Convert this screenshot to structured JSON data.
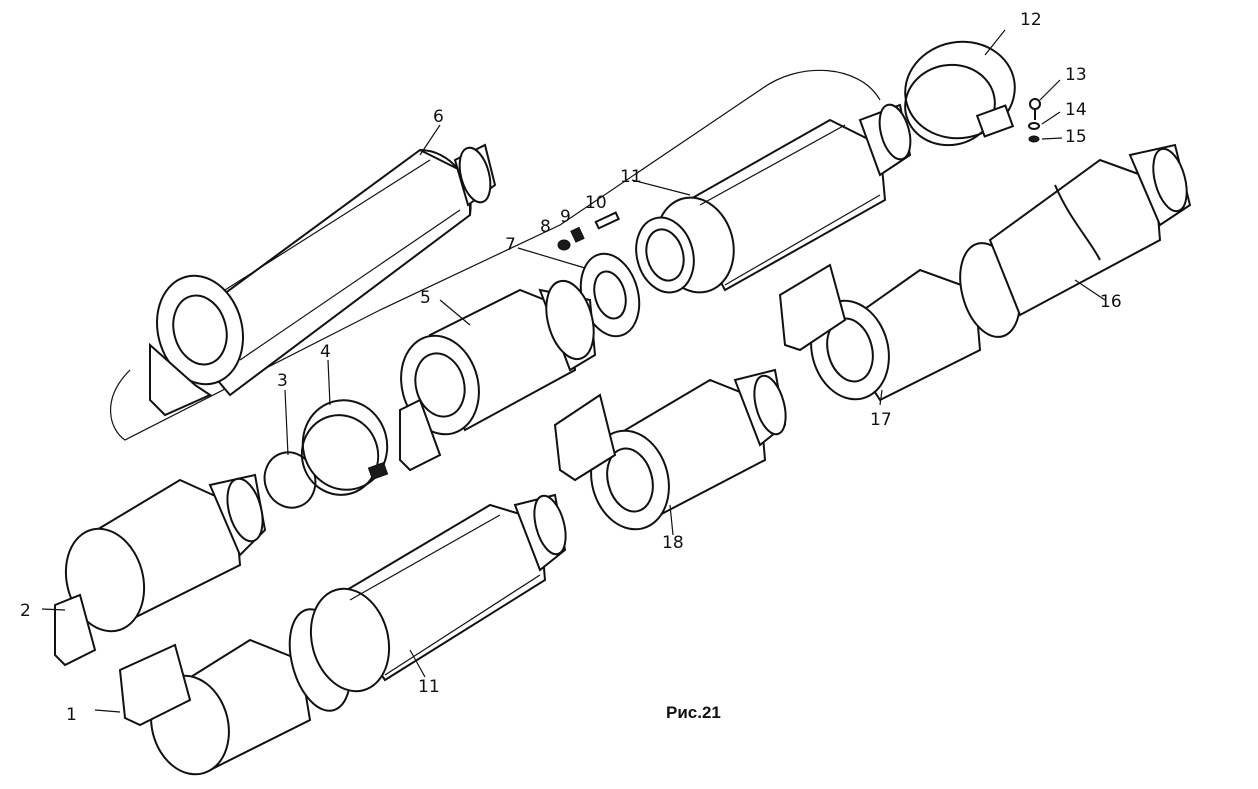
{
  "figure": {
    "caption": "Рис.21"
  },
  "callouts": [
    {
      "id": "1",
      "text": "1"
    },
    {
      "id": "2",
      "text": "2"
    },
    {
      "id": "3",
      "text": "3"
    },
    {
      "id": "4",
      "text": "4"
    },
    {
      "id": "5",
      "text": "5"
    },
    {
      "id": "6",
      "text": "6"
    },
    {
      "id": "7",
      "text": "7"
    },
    {
      "id": "8",
      "text": "8"
    },
    {
      "id": "9",
      "text": "9"
    },
    {
      "id": "10",
      "text": "10"
    },
    {
      "id": "11a",
      "text": "11"
    },
    {
      "id": "11b",
      "text": "11"
    },
    {
      "id": "12",
      "text": "12"
    },
    {
      "id": "13",
      "text": "13"
    },
    {
      "id": "14",
      "text": "14"
    },
    {
      "id": "15",
      "text": "15"
    },
    {
      "id": "16",
      "text": "16"
    },
    {
      "id": "17",
      "text": "17"
    },
    {
      "id": "18",
      "text": "18"
    }
  ]
}
